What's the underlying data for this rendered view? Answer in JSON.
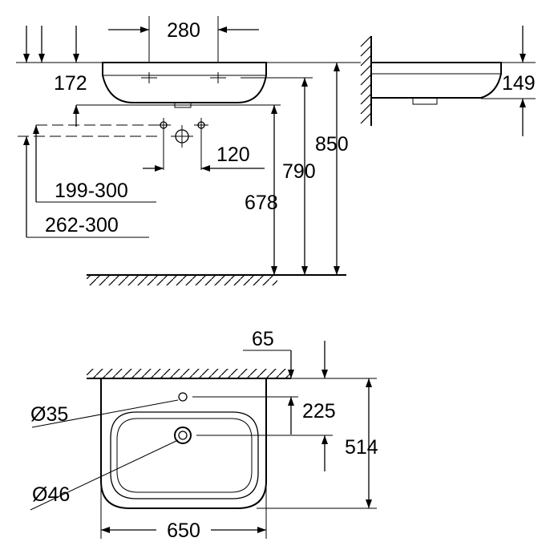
{
  "side_view": {
    "dim_hole_spacing": "280",
    "dim_overflow_height": "172",
    "dim_connection_spacing": "120",
    "dim_range_199_300": "199-300",
    "dim_range_262_300": "262-300",
    "dim_height_678": "678",
    "dim_height_790": "790",
    "dim_height_850": "850"
  },
  "end_view": {
    "dim_depth_149": "149"
  },
  "top_view": {
    "dim_offset_65": "65",
    "dim_tap_hole_225": "225",
    "dim_width_514": "514",
    "dim_length_650": "650",
    "dim_tap_hole_diameter": "Ø35",
    "dim_drain_diameter": "Ø46"
  }
}
